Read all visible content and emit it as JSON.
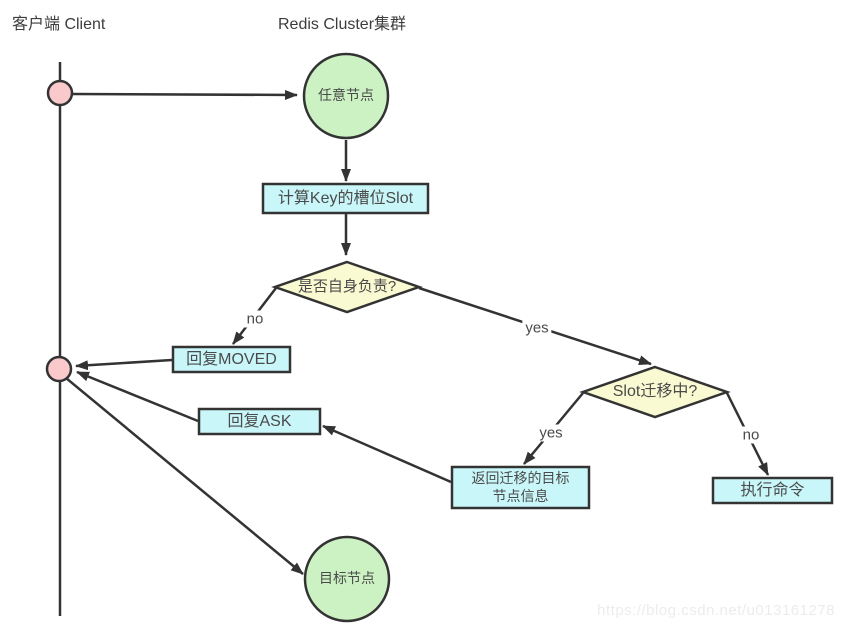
{
  "headers": {
    "client": "客户端 Client",
    "cluster": "Redis Cluster集群"
  },
  "nodes": {
    "any_node": "任意节点",
    "calc_slot": "计算Key的槽位Slot",
    "is_self_responsible": "是否自身负责?",
    "reply_moved": "回复MOVED",
    "slot_migrating": "Slot迁移中?",
    "reply_ask": "回复ASK",
    "return_target_l1": "返回迁移的目标",
    "return_target_l2": "节点信息",
    "execute_command": "执行命令",
    "target_node": "目标节点"
  },
  "edge_labels": {
    "not_responsible": "no",
    "responsible": "yes",
    "migrating": "yes",
    "not_migrating": "no"
  },
  "watermark": "https://blog.csdn.net/u013161278",
  "colors": {
    "process_fill": "#c9f7f9",
    "decision_fill": "#f9f9d2",
    "node_fill": "#ccf2c4",
    "point_fill": "#f9c9cc",
    "stroke": "#333333"
  }
}
